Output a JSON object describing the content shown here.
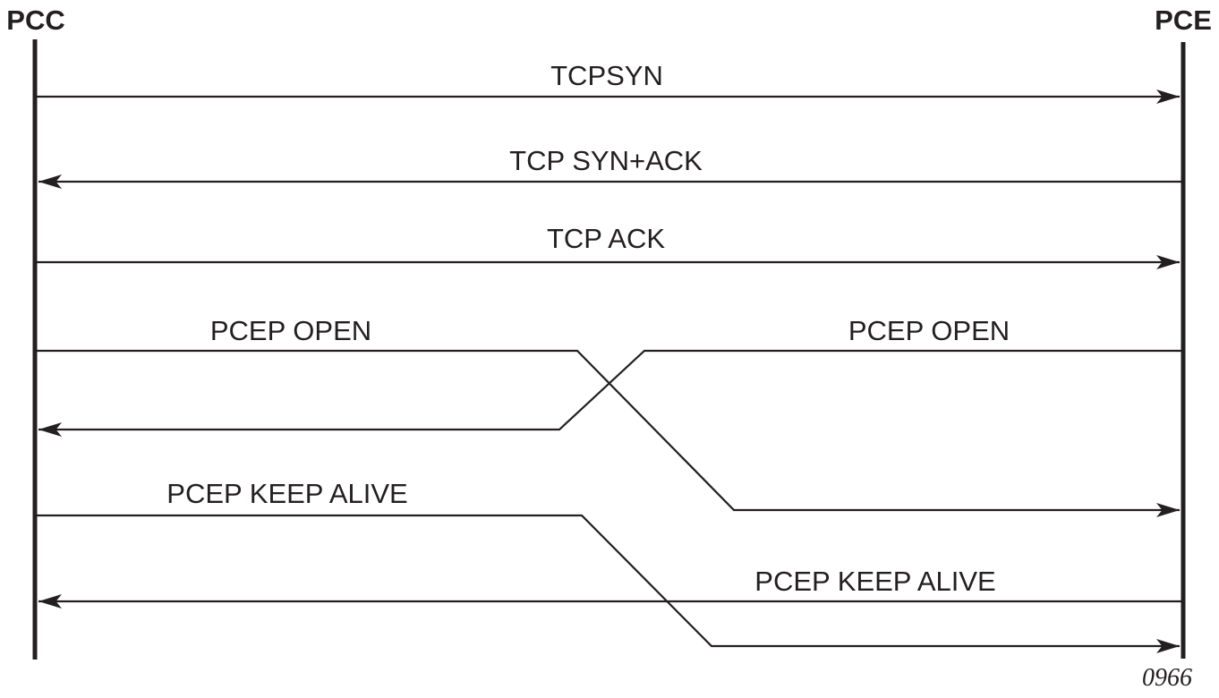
{
  "actors": [
    {
      "id": "pcc",
      "label": "PCC"
    },
    {
      "id": "pce",
      "label": "PCE"
    }
  ],
  "messages": [
    {
      "label": "TCPSYN",
      "from": "PCC",
      "to": "PCE"
    },
    {
      "label": "TCP SYN+ACK",
      "from": "PCE",
      "to": "PCC"
    },
    {
      "label": "TCP ACK",
      "from": "PCC",
      "to": "PCE"
    },
    {
      "label": "PCEP OPEN",
      "from": "PCC",
      "to": "PCE"
    },
    {
      "label": "PCEP OPEN",
      "from": "PCE",
      "to": "PCC"
    },
    {
      "label": "PCEP KEEP ALIVE",
      "from": "PCC",
      "to": "PCE"
    },
    {
      "label": "PCEP KEEP ALIVE",
      "from": "PCE",
      "to": "PCC"
    }
  ],
  "figure": {
    "number": "0966"
  },
  "colors": {
    "line": "#231f20",
    "background": "#ffffff"
  }
}
